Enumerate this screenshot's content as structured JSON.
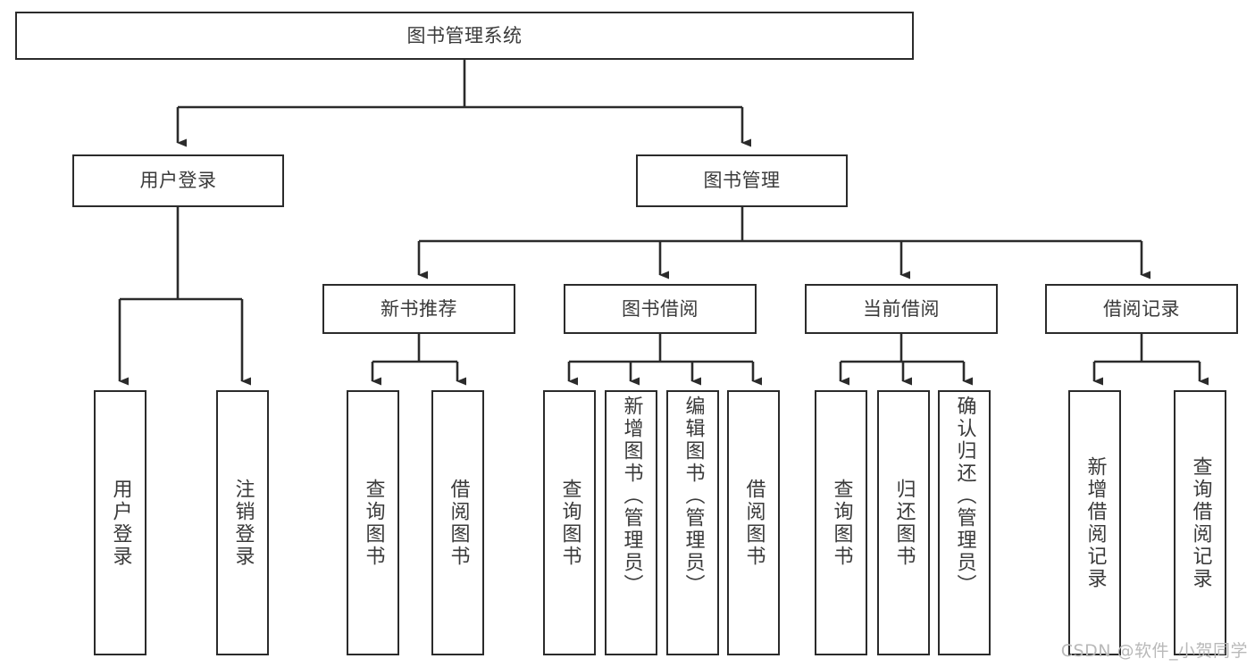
{
  "diagram": {
    "title": "图书管理系统",
    "type": "tree",
    "orientation": "top-down",
    "colors": {
      "box_border": "#2b2b2b",
      "box_fill": "#ffffff",
      "text": "#3a3a3a",
      "edge": "#2b2b2b",
      "background": "#ffffff",
      "watermark": "#b9b9b9"
    },
    "nodes": {
      "root": {
        "label": "图书管理系统",
        "level": 0,
        "text_orientation": "horizontal"
      },
      "user_login": {
        "label": "用户登录",
        "level": 1,
        "text_orientation": "horizontal"
      },
      "book_manage": {
        "label": "图书管理",
        "level": 1,
        "text_orientation": "horizontal"
      },
      "new_book_rec": {
        "label": "新书推荐",
        "level": 2,
        "text_orientation": "horizontal"
      },
      "book_borrow": {
        "label": "图书借阅",
        "level": 2,
        "text_orientation": "horizontal"
      },
      "current_borrow": {
        "label": "当前借阅",
        "level": 2,
        "text_orientation": "horizontal"
      },
      "borrow_record": {
        "label": "借阅记录",
        "level": 2,
        "text_orientation": "horizontal"
      },
      "leaf_user_login": {
        "label": "用户登录",
        "level": 3,
        "text_orientation": "vertical",
        "parent": "用户登录"
      },
      "leaf_logout": {
        "label": "注销登录",
        "level": 3,
        "text_orientation": "vertical",
        "parent": "用户登录"
      },
      "leaf_query_book_1": {
        "label": "查询图书",
        "level": 3,
        "text_orientation": "vertical",
        "parent": "新书推荐"
      },
      "leaf_borrow_book_1": {
        "label": "借阅图书",
        "level": 3,
        "text_orientation": "vertical",
        "parent": "新书推荐"
      },
      "leaf_query_book_2": {
        "label": "查询图书",
        "level": 3,
        "text_orientation": "vertical",
        "parent": "图书借阅"
      },
      "leaf_add_book": {
        "label": "新增图书（管理员）",
        "level": 3,
        "text_orientation": "vertical",
        "parent": "图书借阅"
      },
      "leaf_edit_book": {
        "label": "编辑图书（管理员）",
        "level": 3,
        "text_orientation": "vertical",
        "parent": "图书借阅"
      },
      "leaf_borrow_book_2": {
        "label": "借阅图书",
        "level": 3,
        "text_orientation": "vertical",
        "parent": "图书借阅"
      },
      "leaf_query_book_3": {
        "label": "查询图书",
        "level": 3,
        "text_orientation": "vertical",
        "parent": "当前借阅"
      },
      "leaf_return_book": {
        "label": "归还图书",
        "level": 3,
        "text_orientation": "vertical",
        "parent": "当前借阅"
      },
      "leaf_confirm_return": {
        "label": "确认归还（管理员）",
        "level": 3,
        "text_orientation": "vertical",
        "parent": "当前借阅"
      },
      "leaf_add_record": {
        "label": "新增借阅记录",
        "level": 3,
        "text_orientation": "vertical",
        "parent": "借阅记录"
      },
      "leaf_query_record": {
        "label": "查询借阅记录",
        "level": 3,
        "text_orientation": "vertical",
        "parent": "借阅记录"
      }
    },
    "watermark": "CSDN @软件_小贺同学"
  }
}
